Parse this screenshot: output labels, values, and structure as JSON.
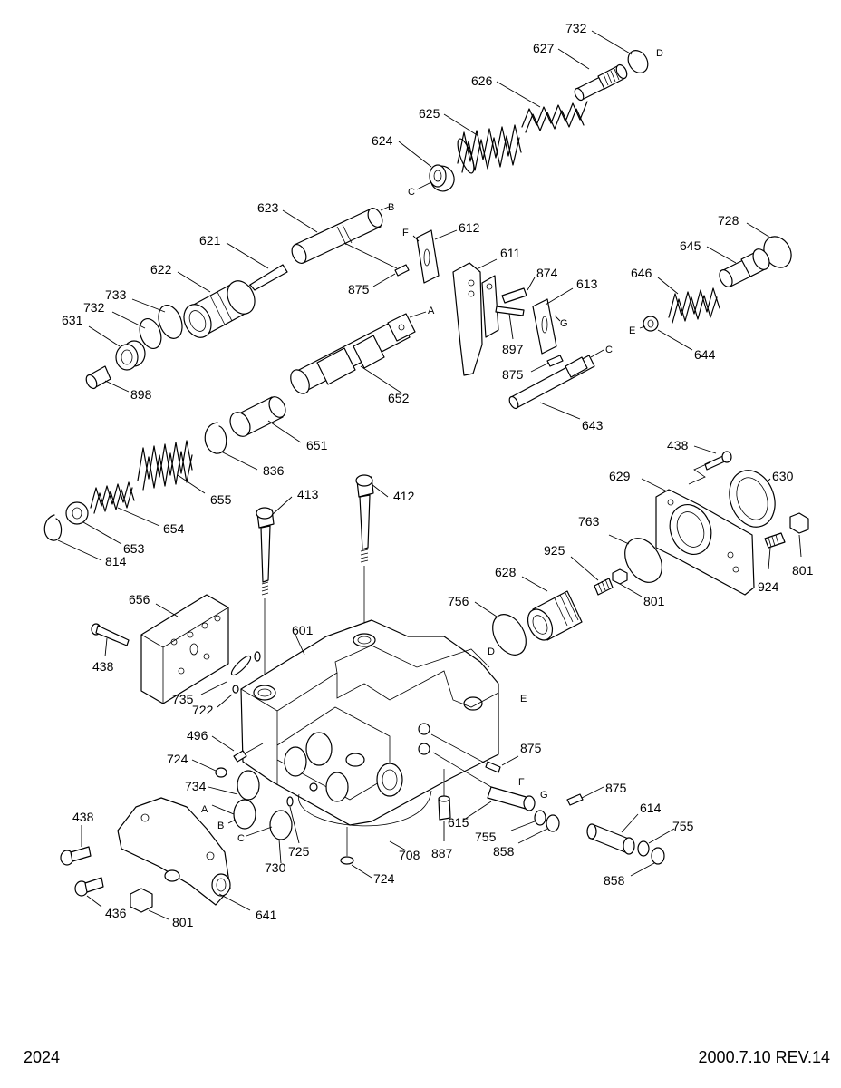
{
  "footer": {
    "page_number": "2024",
    "revision": "2000.7.10 REV.14"
  },
  "part_numbers": {
    "p732a": "732",
    "p627": "627",
    "p626": "626",
    "p625": "625",
    "p624": "624",
    "p623": "623",
    "p612": "612",
    "p611": "611",
    "p621": "621",
    "p622": "622",
    "p875a": "875",
    "p874": "874",
    "p613": "613",
    "p728": "728",
    "p645": "645",
    "p646": "646",
    "p733": "733",
    "p732b": "732",
    "p631": "631",
    "p898": "898",
    "p897": "897",
    "p644": "644",
    "p875b": "875",
    "p643": "643",
    "p652": "652",
    "p651": "651",
    "p836": "836",
    "p655": "655",
    "p654": "654",
    "p653": "653",
    "p814": "814",
    "p413": "413",
    "p412": "412",
    "p438a": "438",
    "p629": "629",
    "p630": "630",
    "p763": "763",
    "p925": "925",
    "p801a": "801",
    "p628": "628",
    "p924": "924",
    "p801b": "801",
    "p756": "756",
    "p656": "656",
    "p601": "601",
    "p438b": "438",
    "p735": "735",
    "p722": "722",
    "p496": "496",
    "p724a": "724",
    "p734": "734",
    "p875c": "875",
    "p875d": "875",
    "p614": "614",
    "p615": "615",
    "p755a": "755",
    "p858a": "858",
    "p887": "887",
    "p708": "708",
    "p725": "725",
    "p730": "730",
    "p724b": "724",
    "p755b": "755",
    "p858b": "858",
    "p438c": "438",
    "p436": "436",
    "p801c": "801",
    "p641": "641"
  },
  "reference_letters": {
    "A1": "A",
    "A2": "A",
    "B1": "B",
    "B2": "B",
    "C1": "C",
    "C2": "C",
    "C3": "C",
    "D1": "D",
    "D2": "D",
    "E1": "E",
    "E2": "E",
    "F1": "F",
    "F2": "F",
    "G1": "G",
    "G2": "G"
  }
}
